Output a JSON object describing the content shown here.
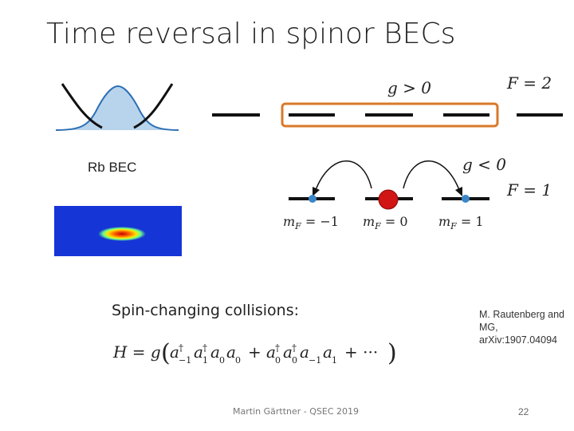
{
  "slide": {
    "title": "Time reversal in spinor BECs",
    "rb_label": "Rb BEC",
    "spin_label": "Spin-changing collisions:",
    "reference": "M. Rautenberg and MG, arXiv:1907.04094",
    "footer": "Martin Gärttner - QSEC 2019",
    "page_number": "22"
  },
  "levels": {
    "f2": "F = 2",
    "g_pos": "g > 0",
    "g_neg": "g < 0",
    "f1": "F = 1",
    "m_minus": "m",
    "m_zero": "m",
    "m_plus": "m",
    "m_minus_rhs": " = −1",
    "m_zero_rhs": " = 0",
    "m_plus_rhs": " = 1",
    "m_sub": "F"
  },
  "colors": {
    "highlight_box": "#d9792a",
    "gaussian_fill": "#b8d4ec",
    "gaussian_edge": "#2d6fb5",
    "center_atom": "#d11414",
    "side_atom": "#3a86c8"
  }
}
